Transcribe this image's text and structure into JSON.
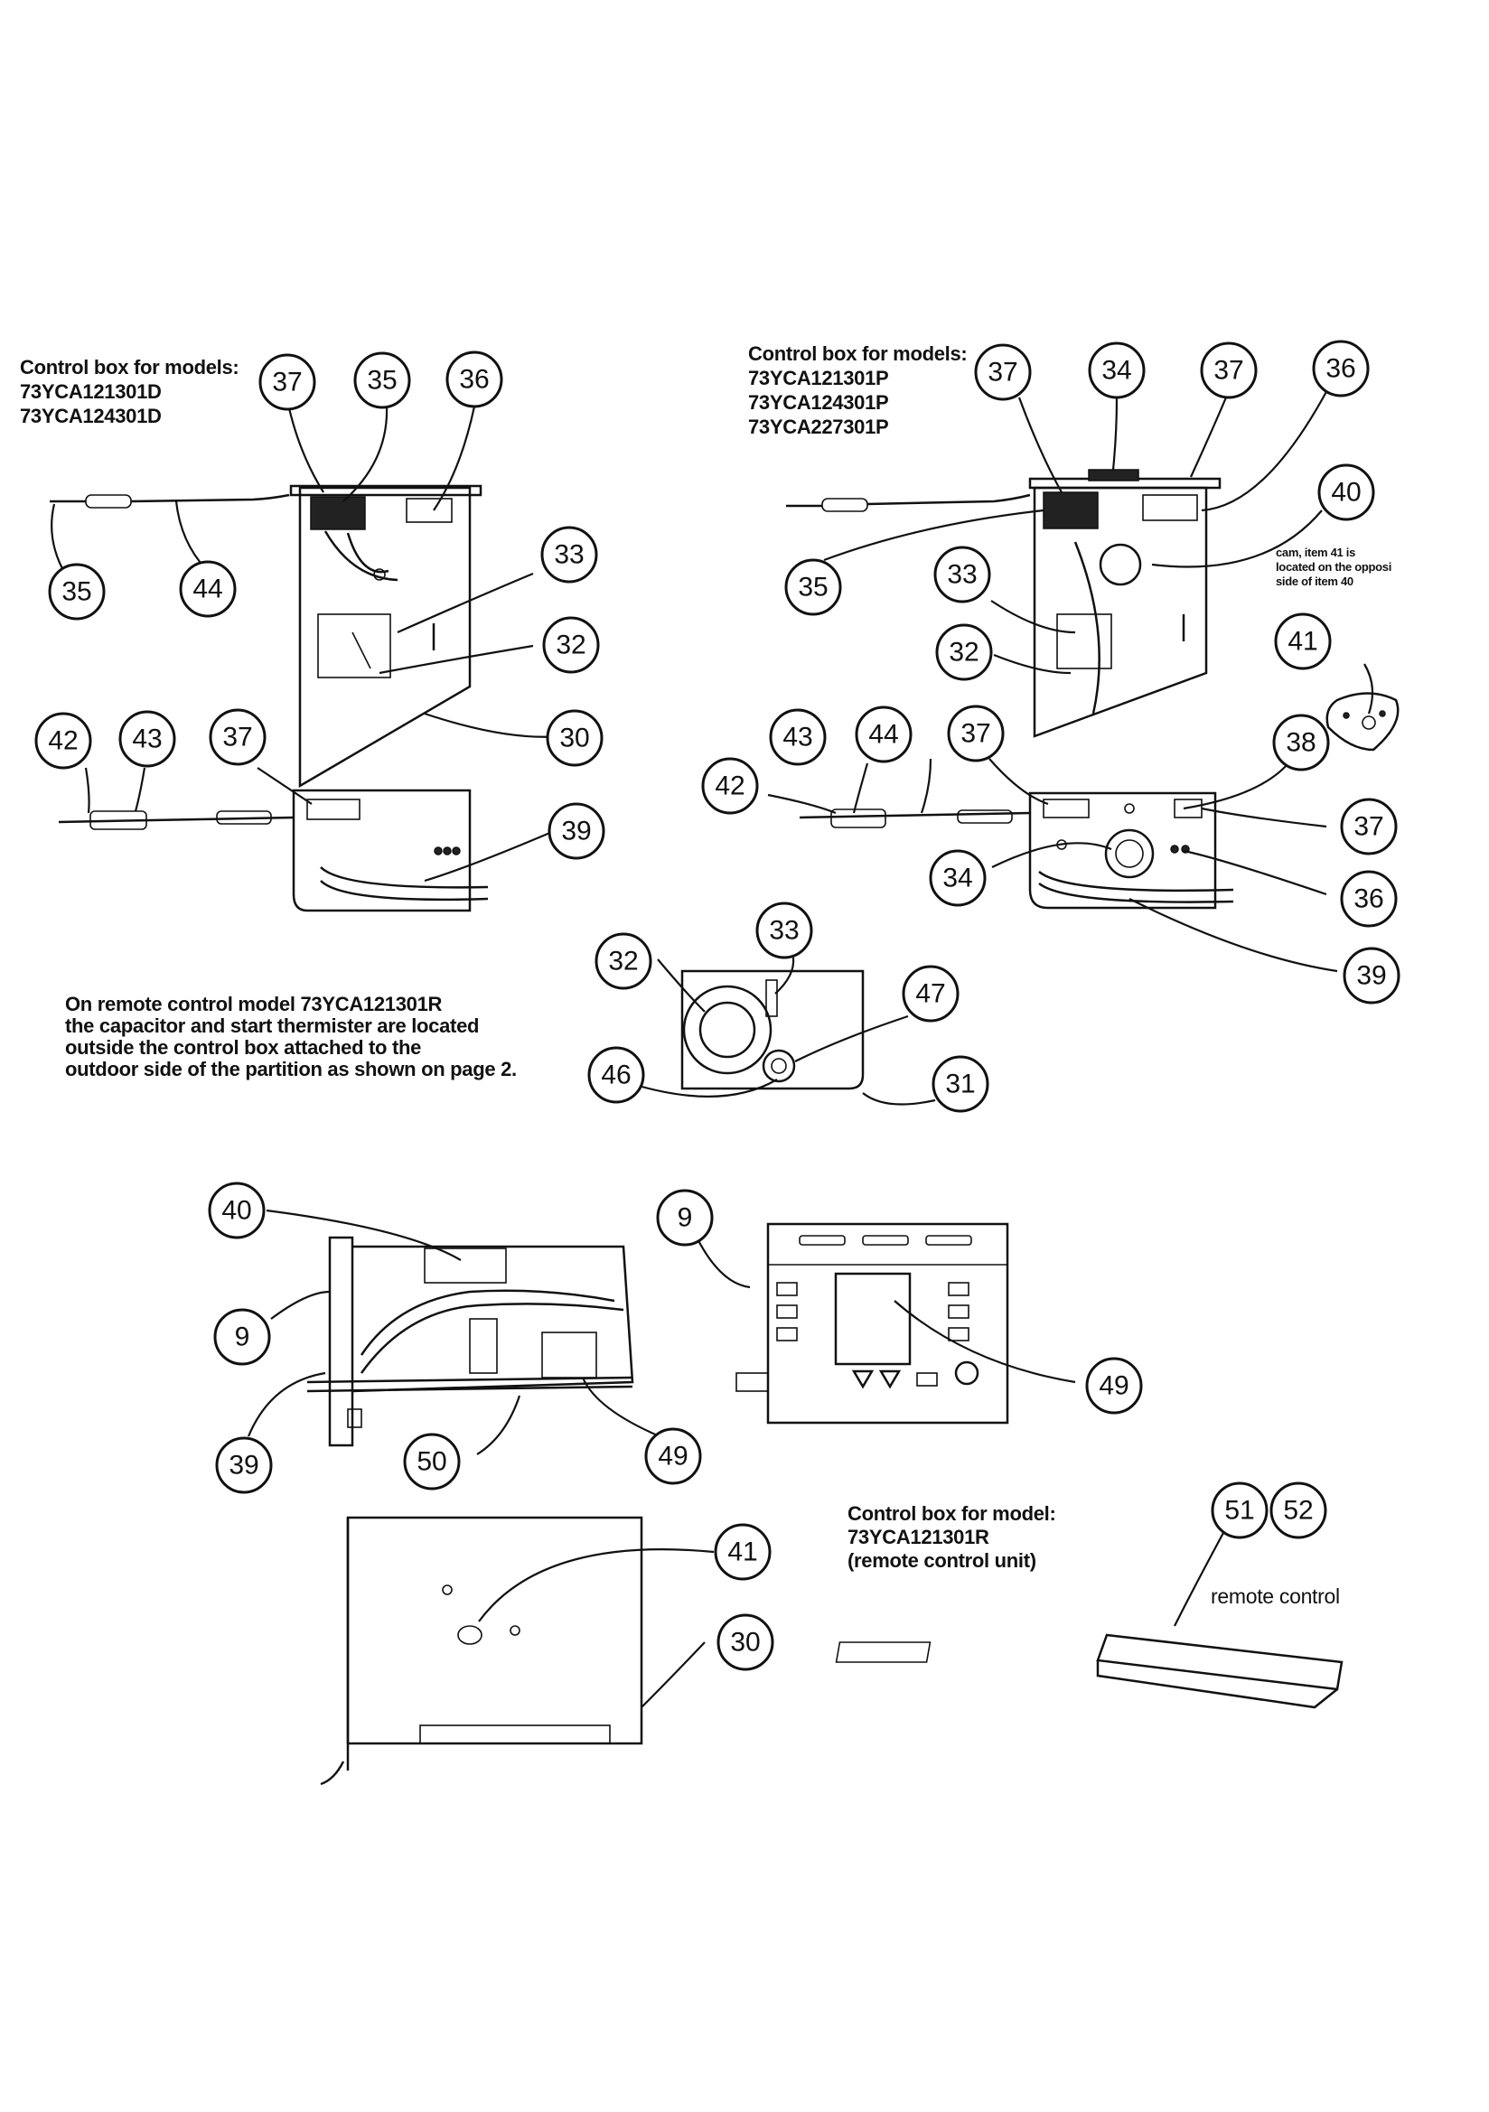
{
  "captions": {
    "box_d_title": "Control box for models:",
    "box_d_models": [
      "73YCA121301D",
      "73YCA124301D"
    ],
    "box_p_title": "Control box for models:",
    "box_p_models": [
      "73YCA121301P",
      "73YCA124301P",
      "73YCA227301P"
    ],
    "cam_note": [
      "cam, item 41 is",
      "located on the opposi",
      "side of item 40"
    ],
    "remote_note": [
      "On remote control model 73YCA121301R",
      "the capacitor and start thermister are located",
      "outside the control box attached to the",
      "outdoor side of the partition as shown on page 2."
    ],
    "box_r_title": "Control box for model:",
    "box_r_model": "73YCA121301R",
    "box_r_sub": "(remote control unit)",
    "remote_label": "remote control"
  },
  "callouts": [
    {
      "id": "c1",
      "label": "37"
    },
    {
      "id": "c2",
      "label": "35"
    },
    {
      "id": "c3",
      "label": "36"
    },
    {
      "id": "c4",
      "label": "35"
    },
    {
      "id": "c5",
      "label": "44"
    },
    {
      "id": "c6",
      "label": "33"
    },
    {
      "id": "c7",
      "label": "32"
    },
    {
      "id": "c8",
      "label": "30"
    },
    {
      "id": "c9",
      "label": "42"
    },
    {
      "id": "c10",
      "label": "43"
    },
    {
      "id": "c11",
      "label": "37"
    },
    {
      "id": "c12",
      "label": "39"
    },
    {
      "id": "c13",
      "label": "37"
    },
    {
      "id": "c14",
      "label": "34"
    },
    {
      "id": "c15",
      "label": "37"
    },
    {
      "id": "c16",
      "label": "36"
    },
    {
      "id": "c17",
      "label": "40"
    },
    {
      "id": "c18",
      "label": "35"
    },
    {
      "id": "c19",
      "label": "33"
    },
    {
      "id": "c20",
      "label": "32"
    },
    {
      "id": "c21",
      "label": "41"
    },
    {
      "id": "c22",
      "label": "43"
    },
    {
      "id": "c23",
      "label": "44"
    },
    {
      "id": "c24",
      "label": "37"
    },
    {
      "id": "c25",
      "label": "38"
    },
    {
      "id": "c26",
      "label": "42"
    },
    {
      "id": "c27",
      "label": "37"
    },
    {
      "id": "c28",
      "label": "34"
    },
    {
      "id": "c29",
      "label": "36"
    },
    {
      "id": "c30",
      "label": "39"
    },
    {
      "id": "c31",
      "label": "33"
    },
    {
      "id": "c32",
      "label": "32"
    },
    {
      "id": "c33",
      "label": "47"
    },
    {
      "id": "c34",
      "label": "46"
    },
    {
      "id": "c35",
      "label": "31"
    },
    {
      "id": "c36",
      "label": "40"
    },
    {
      "id": "c37",
      "label": "9"
    },
    {
      "id": "c38",
      "label": "9"
    },
    {
      "id": "c39",
      "label": "39"
    },
    {
      "id": "c40",
      "label": "50"
    },
    {
      "id": "c41",
      "label": "49"
    },
    {
      "id": "c42",
      "label": "49"
    },
    {
      "id": "c43",
      "label": "41"
    },
    {
      "id": "c44",
      "label": "30"
    },
    {
      "id": "c45",
      "label": "51"
    },
    {
      "id": "c46",
      "label": "52"
    }
  ]
}
